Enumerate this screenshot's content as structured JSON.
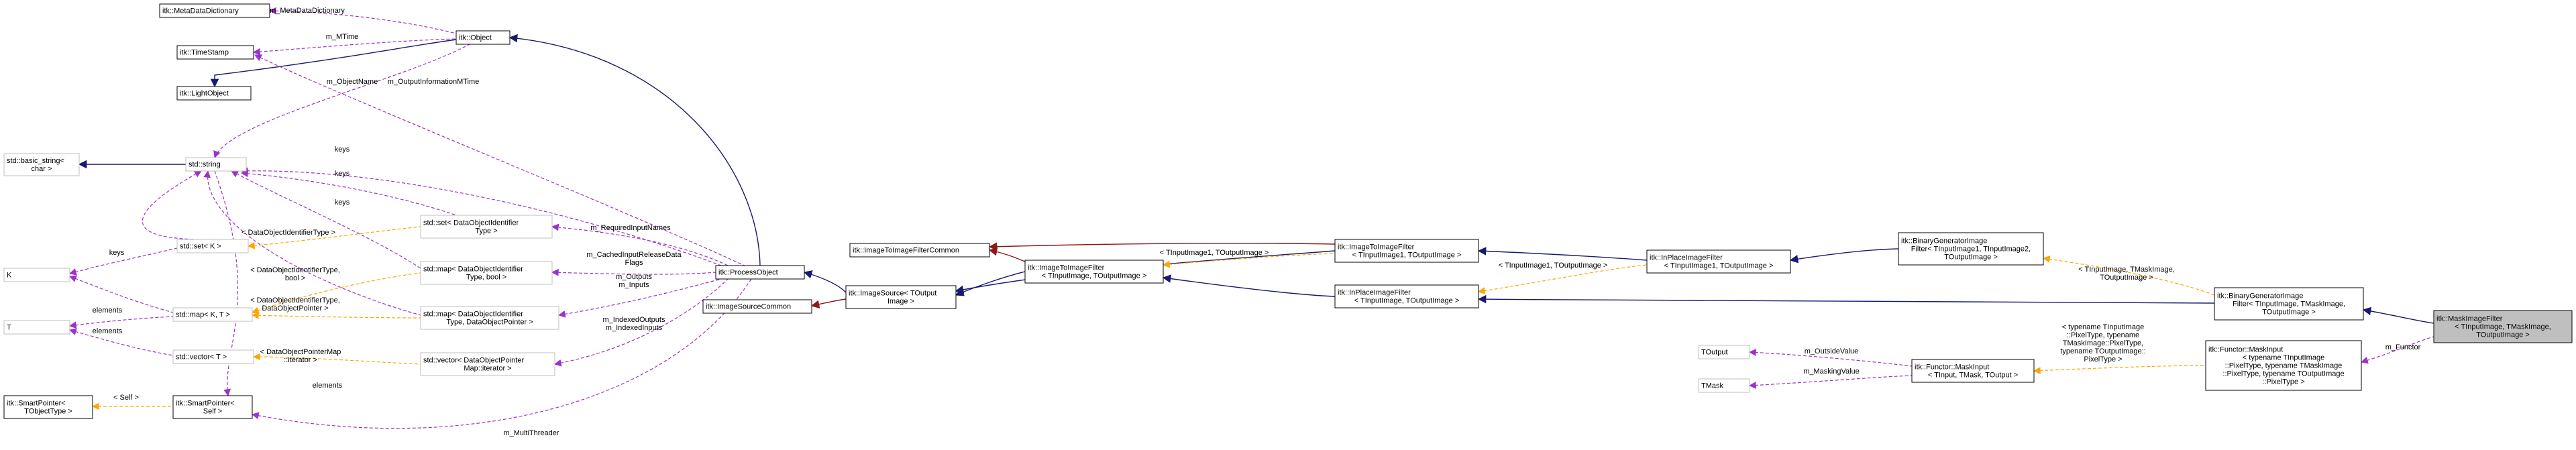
{
  "diagram": {
    "colors": {
      "inherit": "#191970",
      "inherit_alt": "#8b1a1a",
      "usage": "#9a32cd",
      "template": "#ffa500",
      "focus_fill": "#bfbfbf",
      "external_border": "#bfbfbf"
    },
    "nodes": [
      {
        "id": "metadict",
        "lines": [
          "itk::MetaDataDictionary"
        ]
      },
      {
        "id": "timestamp",
        "lines": [
          "itk::TimeStamp"
        ]
      },
      {
        "id": "lightobject",
        "lines": [
          "itk::LightObject"
        ]
      },
      {
        "id": "object",
        "lines": [
          "itk::Object"
        ]
      },
      {
        "id": "basic_string",
        "lines": [
          "std::basic_string<",
          "char >"
        ]
      },
      {
        "id": "string",
        "lines": [
          "std::string"
        ]
      },
      {
        "id": "set_k",
        "lines": [
          "std::set< K >"
        ]
      },
      {
        "id": "k",
        "lines": [
          "K"
        ]
      },
      {
        "id": "map_kt",
        "lines": [
          "std::map< K, T >"
        ]
      },
      {
        "id": "t",
        "lines": [
          "T"
        ]
      },
      {
        "id": "vector_t",
        "lines": [
          "std::vector< T >"
        ]
      },
      {
        "id": "smartptr_dot",
        "lines": [
          "itk::SmartPointer<",
          "TObjectType >"
        ]
      },
      {
        "id": "smartptr_self",
        "lines": [
          "itk::SmartPointer<",
          "Self >"
        ]
      },
      {
        "id": "set_doi",
        "lines": [
          "std::set< DataObjectIdentifier",
          "Type >"
        ]
      },
      {
        "id": "map_doi_bool",
        "lines": [
          "std::map< DataObjectIdentifier",
          "Type, bool >"
        ]
      },
      {
        "id": "map_doi_dop",
        "lines": [
          "std::map< DataObjectIdentifier",
          "Type, DataObjectPointer >"
        ]
      },
      {
        "id": "vector_dop",
        "lines": [
          "std::vector< DataObjectPointer",
          "Map::iterator >"
        ]
      },
      {
        "id": "processobject",
        "lines": [
          "itk::ProcessObject"
        ]
      },
      {
        "id": "imagesourcecommon",
        "lines": [
          "itk::ImageSourceCommon"
        ]
      },
      {
        "id": "imagesource",
        "lines": [
          "itk::ImageSource< TOutput",
          "Image >"
        ]
      },
      {
        "id": "i2ifcommon",
        "lines": [
          "itk::ImageToImageFilterCommon"
        ]
      },
      {
        "id": "i2if_in_out",
        "lines": [
          "itk::ImageToImageFilter",
          "< TInputImage, TOutputImage >"
        ]
      },
      {
        "id": "i2if_in1_out",
        "lines": [
          "itk::ImageToImageFilter",
          "< TInputImage1, TOutputImage >"
        ]
      },
      {
        "id": "inplace_in_out",
        "lines": [
          "itk::InPlaceImageFilter",
          "< TInputImage, TOutputImage >"
        ]
      },
      {
        "id": "inplace_in1_out",
        "lines": [
          "itk::InPlaceImageFilter",
          "< TInputImage1, TOutputImage >"
        ]
      },
      {
        "id": "bingen_in12",
        "lines": [
          "itk::BinaryGeneratorImage",
          "Filter< TInputImage1, TInputImage2,",
          "TOutputImage >"
        ]
      },
      {
        "id": "bingen_mask",
        "lines": [
          "itk::BinaryGeneratorImage",
          "Filter< TInputImage, TMaskImage,",
          "TOutputImage >"
        ]
      },
      {
        "id": "maskimagefilter",
        "lines": [
          "itk::MaskImageFilter",
          "< TInputImage, TMaskImage,",
          "TOutputImage >"
        ]
      },
      {
        "id": "toutput",
        "lines": [
          "TOutput"
        ]
      },
      {
        "id": "tmask",
        "lines": [
          "TMask"
        ]
      },
      {
        "id": "functor_maskinput",
        "lines": [
          "itk::Functor::MaskInput",
          "< TInput, TMask, TOutput >"
        ]
      },
      {
        "id": "functor_maskinput_typed",
        "lines": [
          "itk::Functor::MaskInput",
          "< typename TInputImage",
          "::PixelType, typename TMaskImage",
          "::PixelType, typename TOutputImage",
          "::PixelType >"
        ]
      }
    ],
    "edge_labels": [
      {
        "id": "m_metadatadictionary",
        "lines": [
          "m_MetaDataDictionary"
        ]
      },
      {
        "id": "m_mtime",
        "lines": [
          "m_MTime"
        ]
      },
      {
        "id": "m_objectname",
        "lines": [
          "m_ObjectName"
        ]
      },
      {
        "id": "m_outputinformationmtime",
        "lines": [
          "m_OutputInformationMTime"
        ]
      },
      {
        "id": "keys_1",
        "lines": [
          "keys"
        ]
      },
      {
        "id": "keys_2",
        "lines": [
          "keys"
        ]
      },
      {
        "id": "keys_3",
        "lines": [
          "keys"
        ]
      },
      {
        "id": "keys_4",
        "lines": [
          "keys"
        ]
      },
      {
        "id": "t_doit",
        "lines": [
          "< DataObjectIdentifierType >"
        ]
      },
      {
        "id": "t_doit_bool",
        "lines": [
          "< DataObjectIdentifierType,",
          "bool >"
        ]
      },
      {
        "id": "t_doit_dop",
        "lines": [
          "< DataObjectIdentifierType,",
          "DataObjectPointer >"
        ]
      },
      {
        "id": "elements_1",
        "lines": [
          "elements"
        ]
      },
      {
        "id": "elements_2",
        "lines": [
          "elements"
        ]
      },
      {
        "id": "t_dopmap_iter",
        "lines": [
          "< DataObjectPointerMap",
          "::iterator >"
        ]
      },
      {
        "id": "elements_3",
        "lines": [
          "elements"
        ]
      },
      {
        "id": "t_self",
        "lines": [
          "< Self >"
        ]
      },
      {
        "id": "m_requiredinputnames",
        "lines": [
          "m_RequiredInputNames"
        ]
      },
      {
        "id": "m_cachedinputreleasedataflags",
        "lines": [
          "m_CachedInputReleaseData",
          "Flags"
        ]
      },
      {
        "id": "m_outputs_inputs",
        "lines": [
          "m_Outputs",
          "m_Inputs"
        ]
      },
      {
        "id": "m_indexedoutputs_inputs",
        "lines": [
          "m_IndexedOutputs",
          "m_IndexedInputs"
        ]
      },
      {
        "id": "m_multithreader",
        "lines": [
          "m_MultiThreader"
        ]
      },
      {
        "id": "t_in1_out_a",
        "lines": [
          "< TInputImage1, TOutputImage >"
        ]
      },
      {
        "id": "t_in1_out_b",
        "lines": [
          "< TInputImage1, TOutputImage >"
        ]
      },
      {
        "id": "t_in_mask_out",
        "lines": [
          "< TInputImage, TMaskImage,",
          "TOutputImage >"
        ]
      },
      {
        "id": "m_outsidevalue",
        "lines": [
          "m_OutsideValue"
        ]
      },
      {
        "id": "m_maskingvalue",
        "lines": [
          "m_MaskingValue"
        ]
      },
      {
        "id": "t_typename_pixel",
        "lines": [
          "< typename TInputImage",
          "::PixelType, typename",
          "TMaskImage::PixelType,",
          "typename TOutputImage::",
          "PixelType >"
        ]
      },
      {
        "id": "m_functor",
        "lines": [
          "m_Functor"
        ]
      }
    ]
  }
}
